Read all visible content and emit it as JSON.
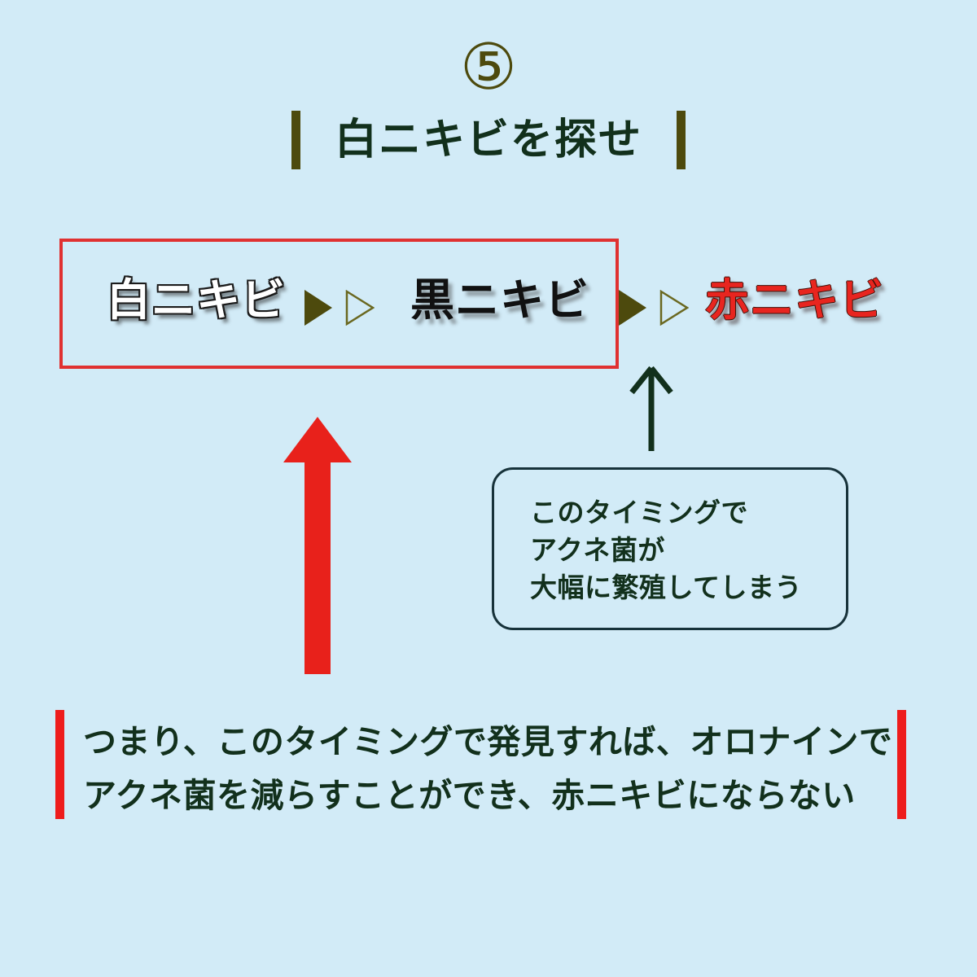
{
  "page": {
    "background_color": "#d2ebf7",
    "step_number": "⑤",
    "title": "白ニキビを探せ",
    "accent_olive": "#4d4a0d",
    "accent_red": "#e8251f",
    "text_dark": "#12301c"
  },
  "progression": {
    "highlight_box_color": "#e03131",
    "stages": [
      {
        "label": "白ニキビ",
        "style": "white-outlined"
      },
      {
        "label": "黒ニキビ",
        "style": "black"
      },
      {
        "label": "赤ニキビ",
        "style": "red"
      }
    ],
    "separators": [
      {
        "filled": "▶",
        "outline": "▷"
      },
      {
        "filled": "▶",
        "outline": "▷"
      }
    ]
  },
  "callout": {
    "text": "このタイミングで\nアクネ菌が\n大幅に繁殖してしまう",
    "border_color": "#17323a"
  },
  "arrows": {
    "red_arrow_color": "#e8211b",
    "dark_arrow_color": "#12301c"
  },
  "conclusion": {
    "text": "つまり、このタイミングで発見すれば、オロナインで\nアクネ菌を減らすことができ、赤ニキビにならない",
    "bar_color": "#ee1c1c"
  }
}
